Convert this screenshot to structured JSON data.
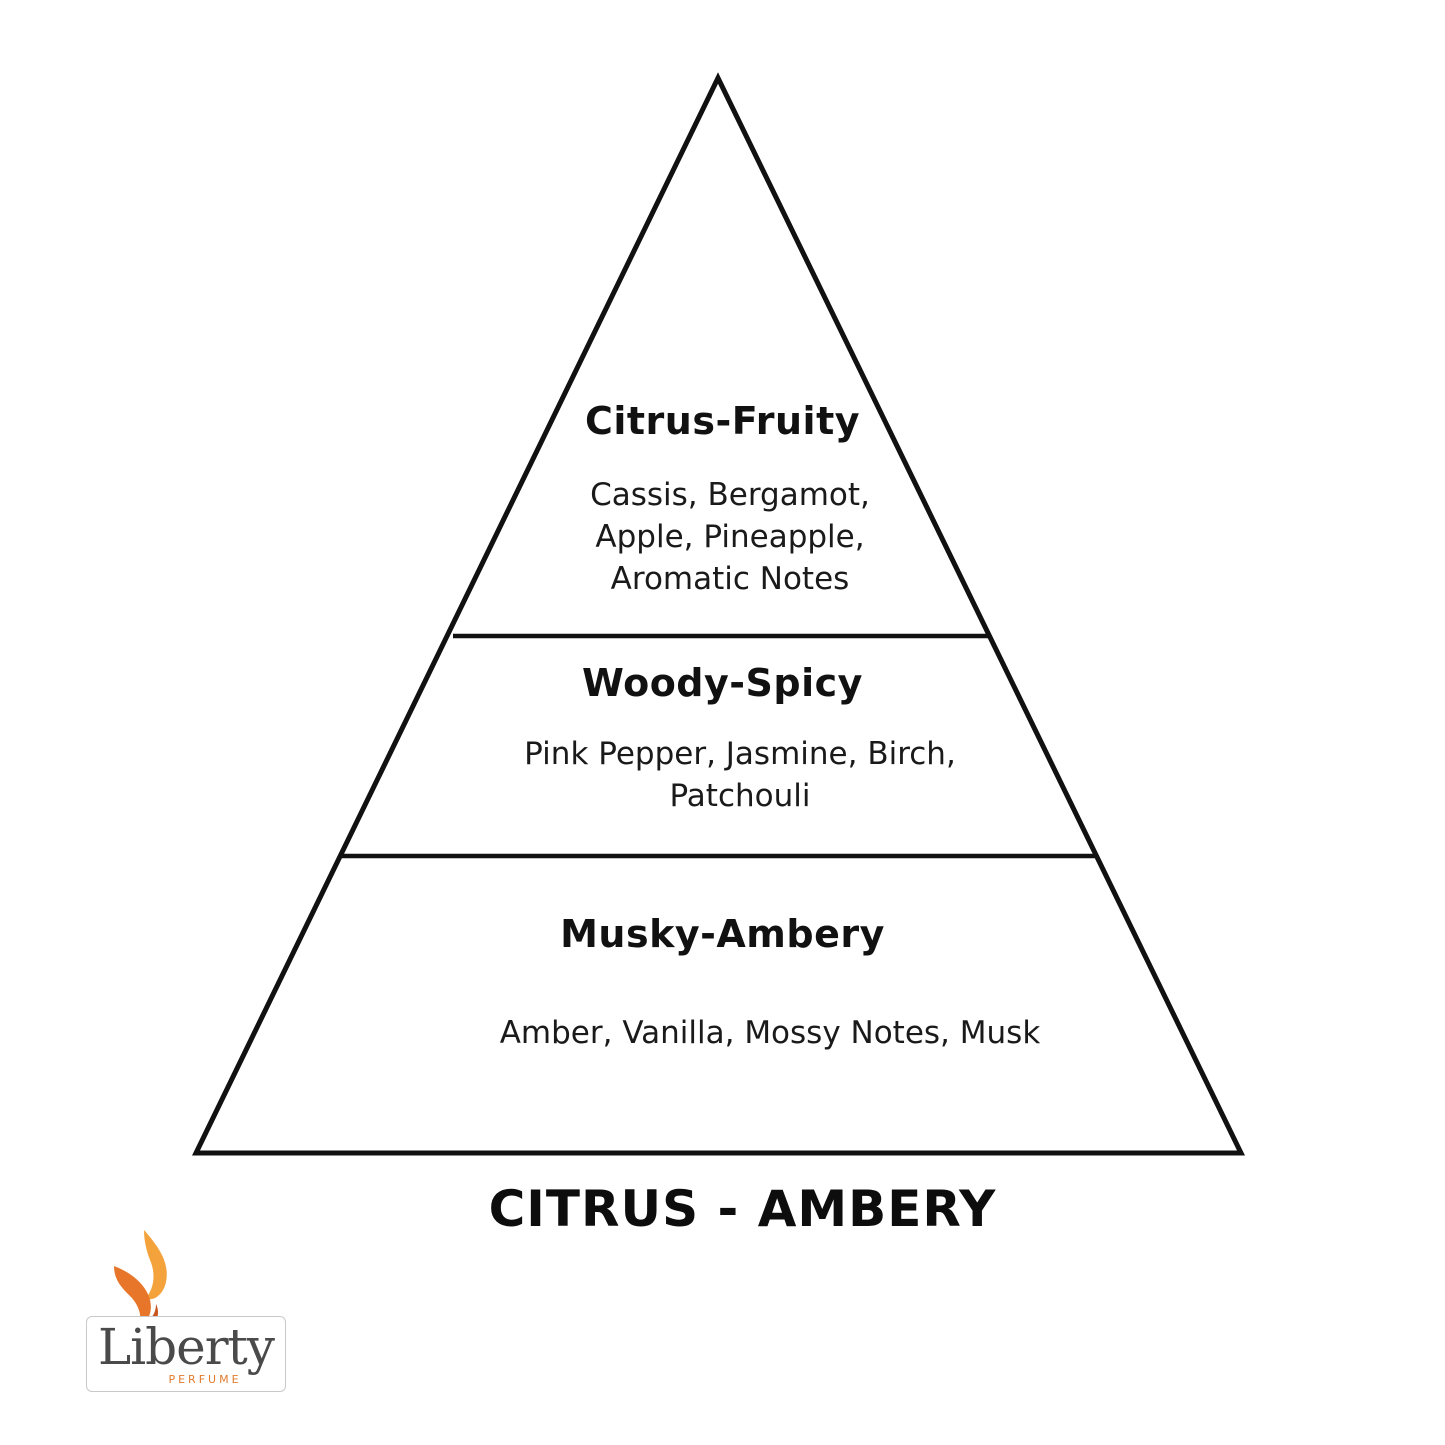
{
  "pyramid": {
    "tiers": [
      {
        "title": "Citrus-Fruity",
        "notes_lines": [
          "Cassis, Bergamot,",
          "Apple, Pineapple,",
          "Aromatic Notes"
        ]
      },
      {
        "title": "Woody-Spicy",
        "notes_lines": [
          "Pink Pepper, Jasmine, Birch,",
          "Patchouli"
        ]
      },
      {
        "title": "Musky-Ambery",
        "notes_lines": [
          "Amber, Vanilla, Mossy Notes, Musk"
        ]
      }
    ],
    "line_color": "#111111"
  },
  "family_label": "CITRUS - AMBERY",
  "brand": {
    "name": "Liberty",
    "subtitle": "PERFUME",
    "logo_icon": "flame-icon",
    "accent_colors": [
      "#f4a23c",
      "#e8762a",
      "#c9551f"
    ],
    "text_color": "#4a4a4a"
  }
}
